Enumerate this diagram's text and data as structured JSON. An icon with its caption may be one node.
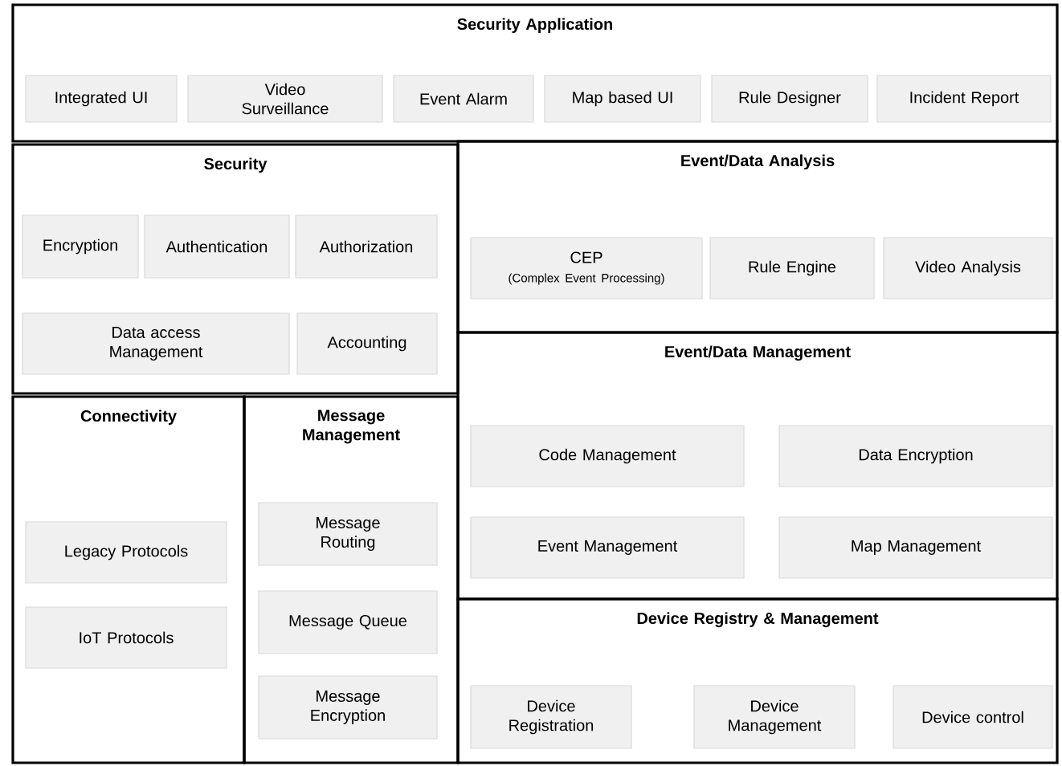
{
  "diagram": {
    "nodes": [
      {
        "text": [
          "Security Application"
        ]
      },
      {
        "text": [
          "Integrated UI"
        ],
        "in": 0
      },
      {
        "text": [
          "Video Surveillance"
        ],
        "in": 0
      },
      {
        "text": [
          "Event Alarm"
        ],
        "in": 0
      },
      {
        "text": [
          "Map based UI"
        ],
        "in": 0
      },
      {
        "text": [
          "Rule Designer"
        ],
        "in": 0
      },
      {
        "text": [
          "Incident Report"
        ],
        "in": 0
      },
      {
        "text": [
          "Security"
        ]
      },
      {
        "text": [
          "Encryption"
        ],
        "in": 7
      },
      {
        "text": [
          "Authentication"
        ],
        "in": 7
      },
      {
        "text": [
          "Authorization"
        ],
        "in": 7
      },
      {
        "text": [
          "Data access Management"
        ],
        "in": 7
      },
      {
        "text": [
          "Accounting"
        ],
        "in": 7
      },
      {
        "text": [
          "Event/Data Analysis"
        ]
      },
      {
        "text": [
          "CEP",
          "(Complex Event Processing)"
        ],
        "in": 13
      },
      {
        "text": [
          "Rule Engine"
        ],
        "in": 13
      },
      {
        "text": [
          "Video Analysis"
        ],
        "in": 13
      },
      {
        "text": [
          "Event/Data Management"
        ]
      },
      {
        "text": [
          "Code Management"
        ],
        "in": 17
      },
      {
        "text": [
          "Data Encryption"
        ],
        "in": 17
      },
      {
        "text": [
          "Event Management"
        ],
        "in": 17
      },
      {
        "text": [
          "Map Management"
        ],
        "in": 17
      },
      {
        "text": [
          "Connectivity"
        ]
      },
      {
        "text": [
          "Legacy Protocols"
        ],
        "in": 22
      },
      {
        "text": [
          "IoT Protocols"
        ],
        "in": 22
      },
      {
        "text": [
          "Message Management"
        ]
      },
      {
        "text": [
          "Message Routing"
        ],
        "in": 25
      },
      {
        "text": [
          "Message Queue"
        ],
        "in": 25
      },
      {
        "text": [
          "Message Encryption"
        ],
        "in": 25
      },
      {
        "text": [
          "Device Registry & Management"
        ]
      },
      {
        "text": [
          "Device Registration"
        ],
        "in": 29
      },
      {
        "text": [
          "Device Management"
        ],
        "in": 29
      },
      {
        "text": [
          "Device control"
        ],
        "in": 29
      }
    ]
  }
}
